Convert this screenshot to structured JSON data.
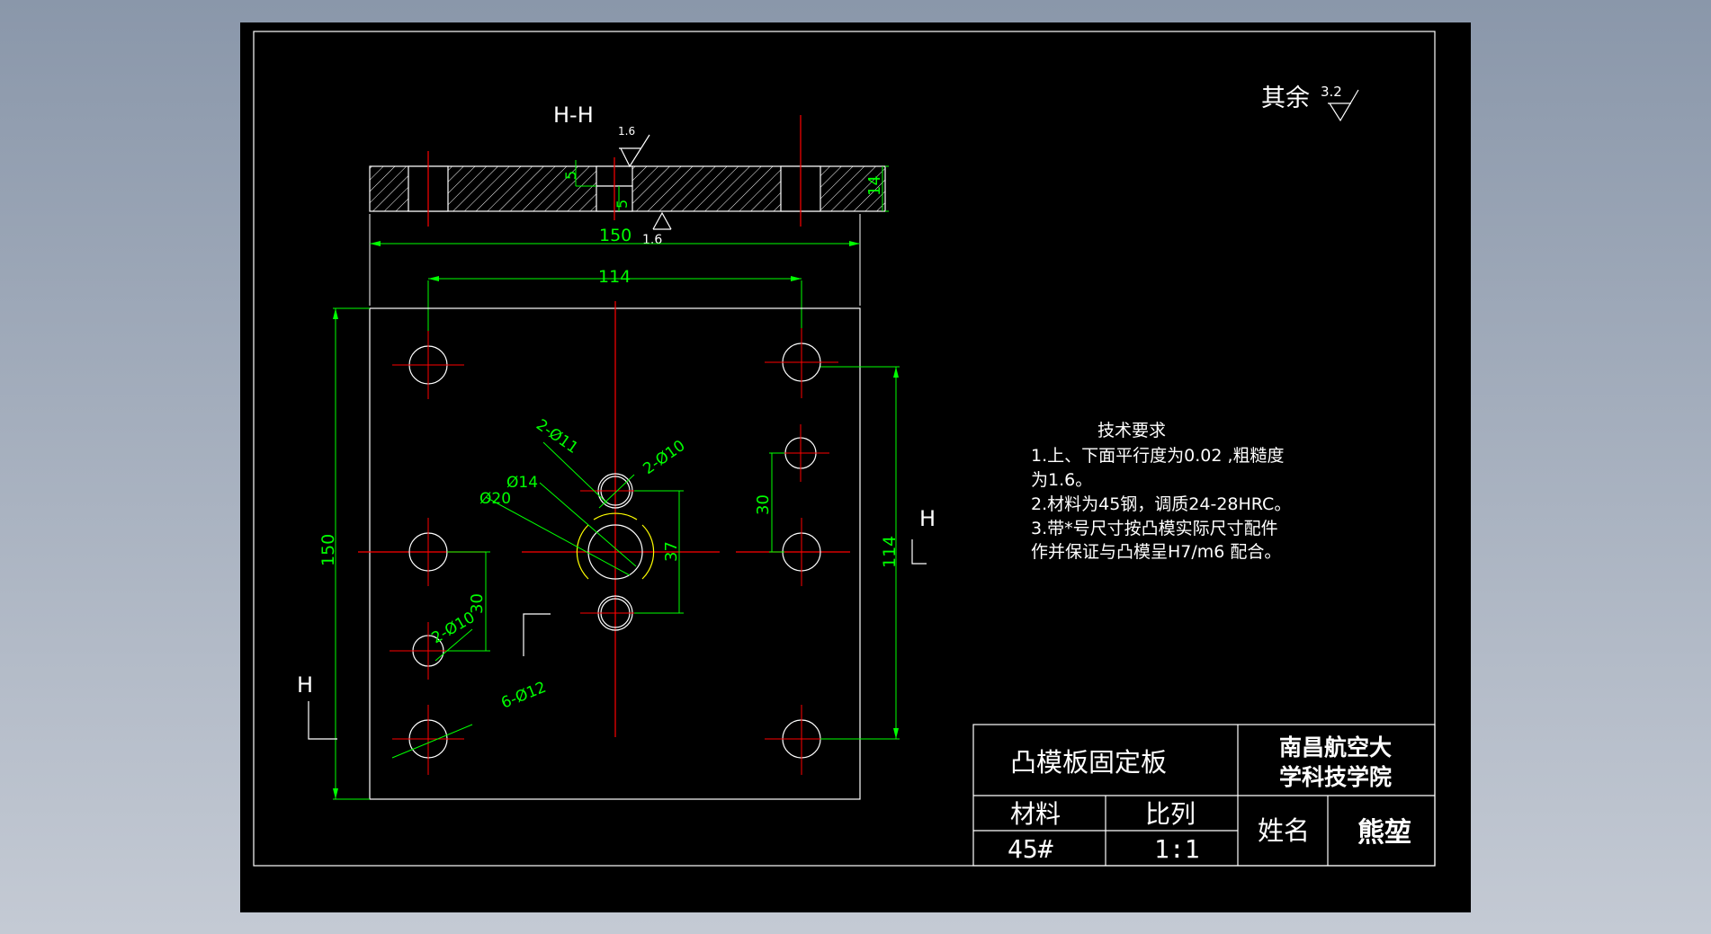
{
  "section_label": "H-H",
  "surface_finish": {
    "prefix": "其余",
    "value": "3.2"
  },
  "roughness_top": "1.6",
  "roughness_bottom": "1.6",
  "section_mark": "H",
  "dims": {
    "width_150": "150",
    "pitch_114": "114",
    "height_150": "150",
    "pitch_114_v": "114",
    "thickness_14": "14",
    "depth_5a": "5",
    "depth_5b": "5",
    "d30": "30",
    "d37": "37",
    "d30b": "30",
    "hole_2_11": "2-Ø11",
    "hole_2_10": "2-Ø10",
    "hole_14": "Ø14",
    "hole_20": "Ø20",
    "hole_2_10b": "2-Ø10",
    "hole_6_12": "6-Ø12"
  },
  "tech": {
    "title": "技术要求",
    "line1": "1.上、下面平行度为0.02 ,粗糙度",
    "line2": "为1.6。",
    "line3": "2.材料为45钢，调质24-28HRC。",
    "line4": "3.带*号尺寸按凸模实际尺寸配件",
    "line5": "作并保证与凸模呈H7/m6  配合。"
  },
  "title_block": {
    "part_name": "凸模板固定板",
    "school": "南昌航空大",
    "school2": "学科技学院",
    "material_label": "材料",
    "scale_label": "比列",
    "material": "45#",
    "scale": "1:1",
    "name_label": "姓名",
    "name": "熊堃"
  },
  "colors": {
    "background": "#000000",
    "outline": "#ffffff",
    "center": "#ff0000",
    "dimension": "#00ff00"
  }
}
